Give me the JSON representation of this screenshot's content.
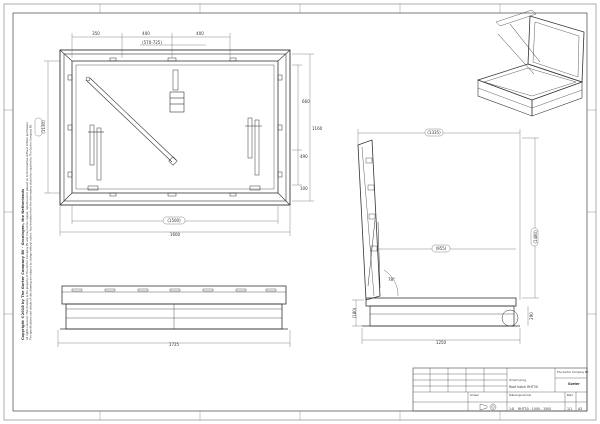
{
  "dimensions": {
    "top_350": "350",
    "top_400a": "400",
    "top_400b": "400",
    "top_center": "(570-725)",
    "right_660": "660",
    "right_1160": "1160",
    "right_490": "490",
    "right_100": "100",
    "left_vertical": "(1130)",
    "inner_width": "(1500)",
    "overall_width": "1600",
    "front_width": "1725",
    "side_top": "(1335)",
    "side_opening": "(955)",
    "side_height": "(1480)",
    "side_bottom": "1250",
    "side_base": "(180)",
    "side_right_low": "290",
    "angle": "78°"
  },
  "side_text": {
    "line1": "Copyright ©2018 by The Gorter Company BV - Groningen, the Netherlands",
    "line2": "All rights reserved. This drawing is the property of The Gorter Company BV and may not be copied, reproduced or passed on to third parties without written permission.",
    "line3": "The specifications and details of this drawing are subject to change without notice. Any deviation from the dimensions should be reported to The Gorter Company BV."
  },
  "title_block": {
    "company": "The Gorter Company BV",
    "logo": "Gorter",
    "description_label": "Omschrijving",
    "description": "Roof hatch RHT30",
    "scale_label": "Schaal",
    "scale": "1:8",
    "drawing_label": "Tekeningnummer",
    "drawing_number": "RHT30 - 1000 - 1500",
    "sheet_label": "Blad",
    "sheet": "1/1",
    "format": "A3"
  }
}
